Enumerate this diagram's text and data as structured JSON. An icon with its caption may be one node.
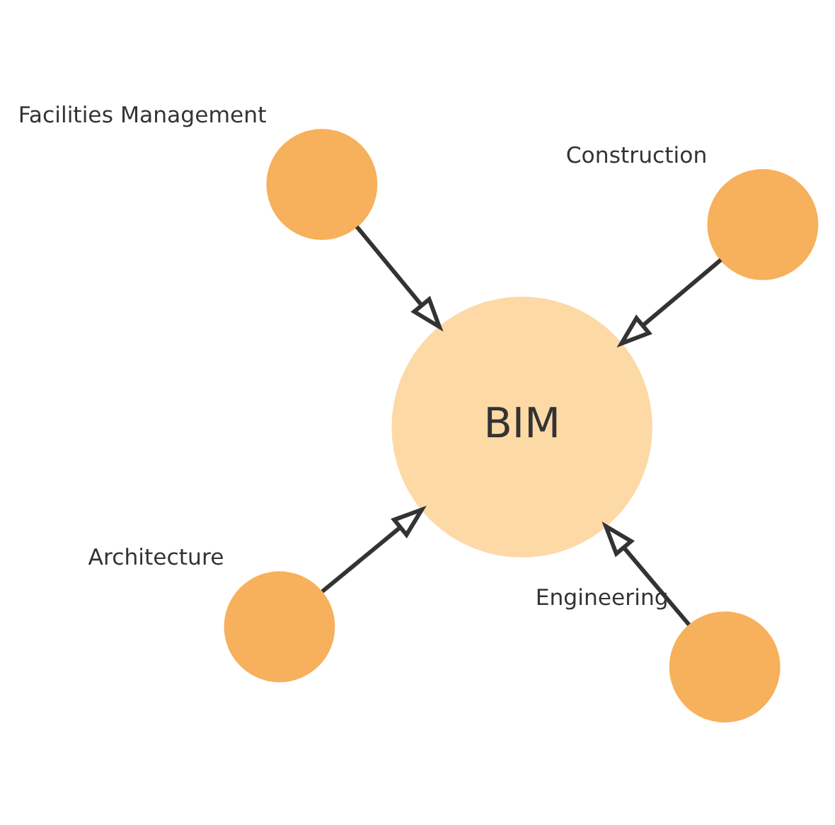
{
  "diagram": {
    "nodes": [
      {
        "text": [
          "Architecture"
        ]
      },
      {
        "text": [
          "Engineering"
        ]
      },
      {
        "text": [
          "BIM"
        ]
      },
      {
        "text": [
          "Facilities Management"
        ]
      },
      {
        "text": [
          "Construction"
        ]
      }
    ],
    "edges": [
      {
        "from": 0,
        "to": 2,
        "arrow": "to"
      },
      {
        "from": 1,
        "to": 2,
        "arrow": "to"
      },
      {
        "from": 3,
        "to": 2,
        "arrow": "to"
      },
      {
        "from": 4,
        "to": 2,
        "arrow": "to"
      }
    ]
  }
}
